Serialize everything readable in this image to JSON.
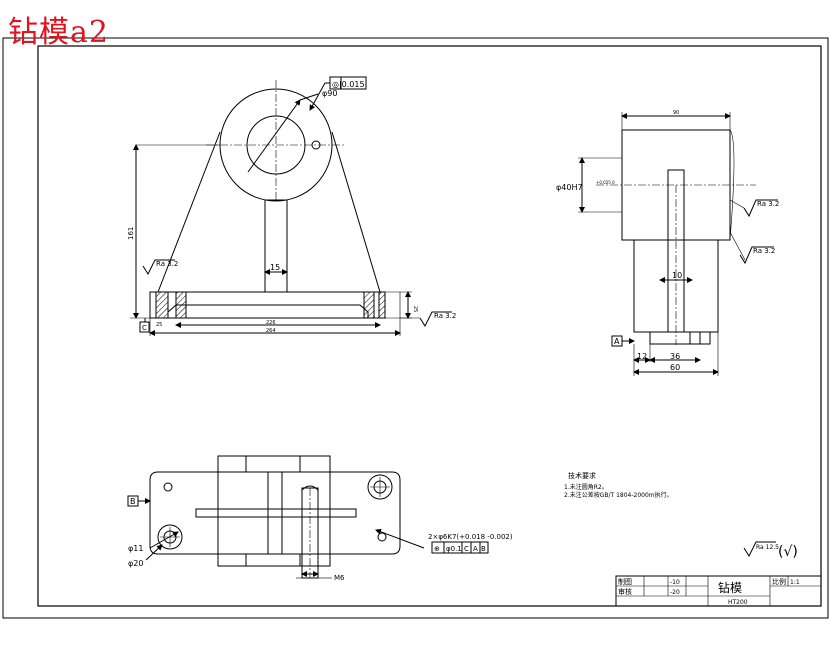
{
  "watermark": "钻模a2",
  "front_view": {
    "tol_frame": "◎|0.015",
    "dia_label": "φ90",
    "height_label": "161",
    "rib_width": "15",
    "rough_left": "Ra 3.2",
    "rough_right": "Ra 3.2",
    "depth_label": "25",
    "base_len_inner": "226",
    "base_len_total": "264",
    "offset_label": "25",
    "datum": "C"
  },
  "side_view": {
    "width_label": "90",
    "bore_label": "φ40H7",
    "bore_tol": "+0.025\n0",
    "rough_1": "Ra 3.2",
    "rough_2": "Ra 3.2",
    "rib_label": "10",
    "dim_12": "12",
    "dim_36": "36",
    "dim_60": "60",
    "datum": "A"
  },
  "top_view": {
    "datum": "B",
    "hole_small": "φ11",
    "hole_large": "φ20",
    "slot_label": "M6",
    "pos_label": "2×φ6K7(+0.018\n-0.002)",
    "frame_cells": [
      "⊕",
      "φ0.1",
      "C",
      "A",
      "B"
    ]
  },
  "notes": {
    "title": "技术要求",
    "items": [
      "1.未注圆角R2。",
      "2.未注公差按GB/T 1804-2000m执行。"
    ]
  },
  "rough_general": "Ra 12.5",
  "rough_general_paren": "(√)",
  "title_block": {
    "label_draw": "制图",
    "label_check": "审核",
    "val_draw": "-10",
    "val_check": "-20",
    "part_name": "钻模",
    "scale_label": "比例",
    "scale_value": "1:1",
    "material": "HT200"
  }
}
